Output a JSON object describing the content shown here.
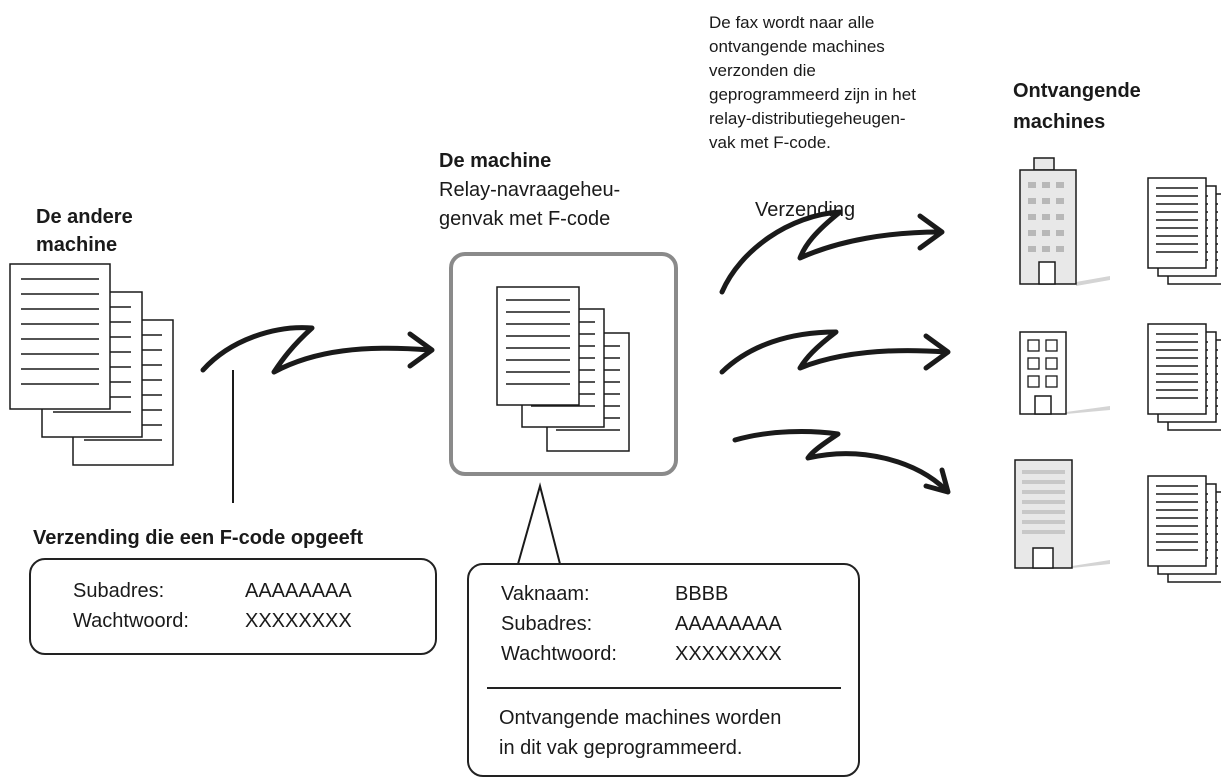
{
  "other_machine": {
    "title_line1": "De andere",
    "title_line2": "machine"
  },
  "this_machine": {
    "title": "De machine",
    "subtitle_line1": "Relay-navraageheu-",
    "subtitle_line2": "genvak met F-code"
  },
  "receiving": {
    "title_line1": "Ontvangende",
    "title_line2": "machines"
  },
  "fax_note": {
    "lines": [
      "De fax wordt naar alle",
      "ontvangende machines",
      "verzonden die",
      "geprogrammeerd zijn in het",
      "relay-distributiegeheugen-",
      "vak met F-code."
    ]
  },
  "transmission_label": "Verzending",
  "fcode_transmission": {
    "heading": "Verzending die een F-code opgeeft",
    "subaddress_label": "Subadres:",
    "subaddress_value": "AAAAAAAA",
    "password_label": "Wachtwoord:",
    "password_value": "XXXXXXXX"
  },
  "box_info": {
    "box_name_label": "Vaknaam:",
    "box_name_value": "BBBB",
    "subaddress_label": "Subadres:",
    "subaddress_value": "AAAAAAAA",
    "password_label": "Wachtwoord:",
    "password_value": "XXXXXXXX",
    "note_line1": "Ontvangende machines worden",
    "note_line2": "in dit vak geprogrammeerd."
  },
  "colors": {
    "stroke": "#1a1a1a",
    "machine_frame": "#8a8a8a",
    "building_fill": "#e8e8e8",
    "window": "#b8b8b8"
  }
}
